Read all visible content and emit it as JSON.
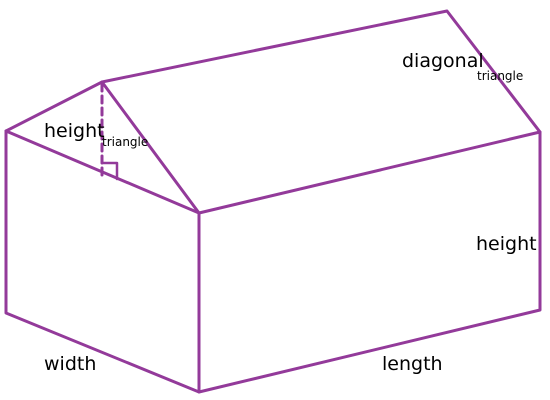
{
  "stroke_color": "#933a9a",
  "labels": {
    "height_left": "height",
    "height_left_sub": "triangle",
    "diagonal": "diagonal",
    "diagonal_sub": "triangle",
    "height_right": "height",
    "width": "width",
    "length": "length"
  }
}
